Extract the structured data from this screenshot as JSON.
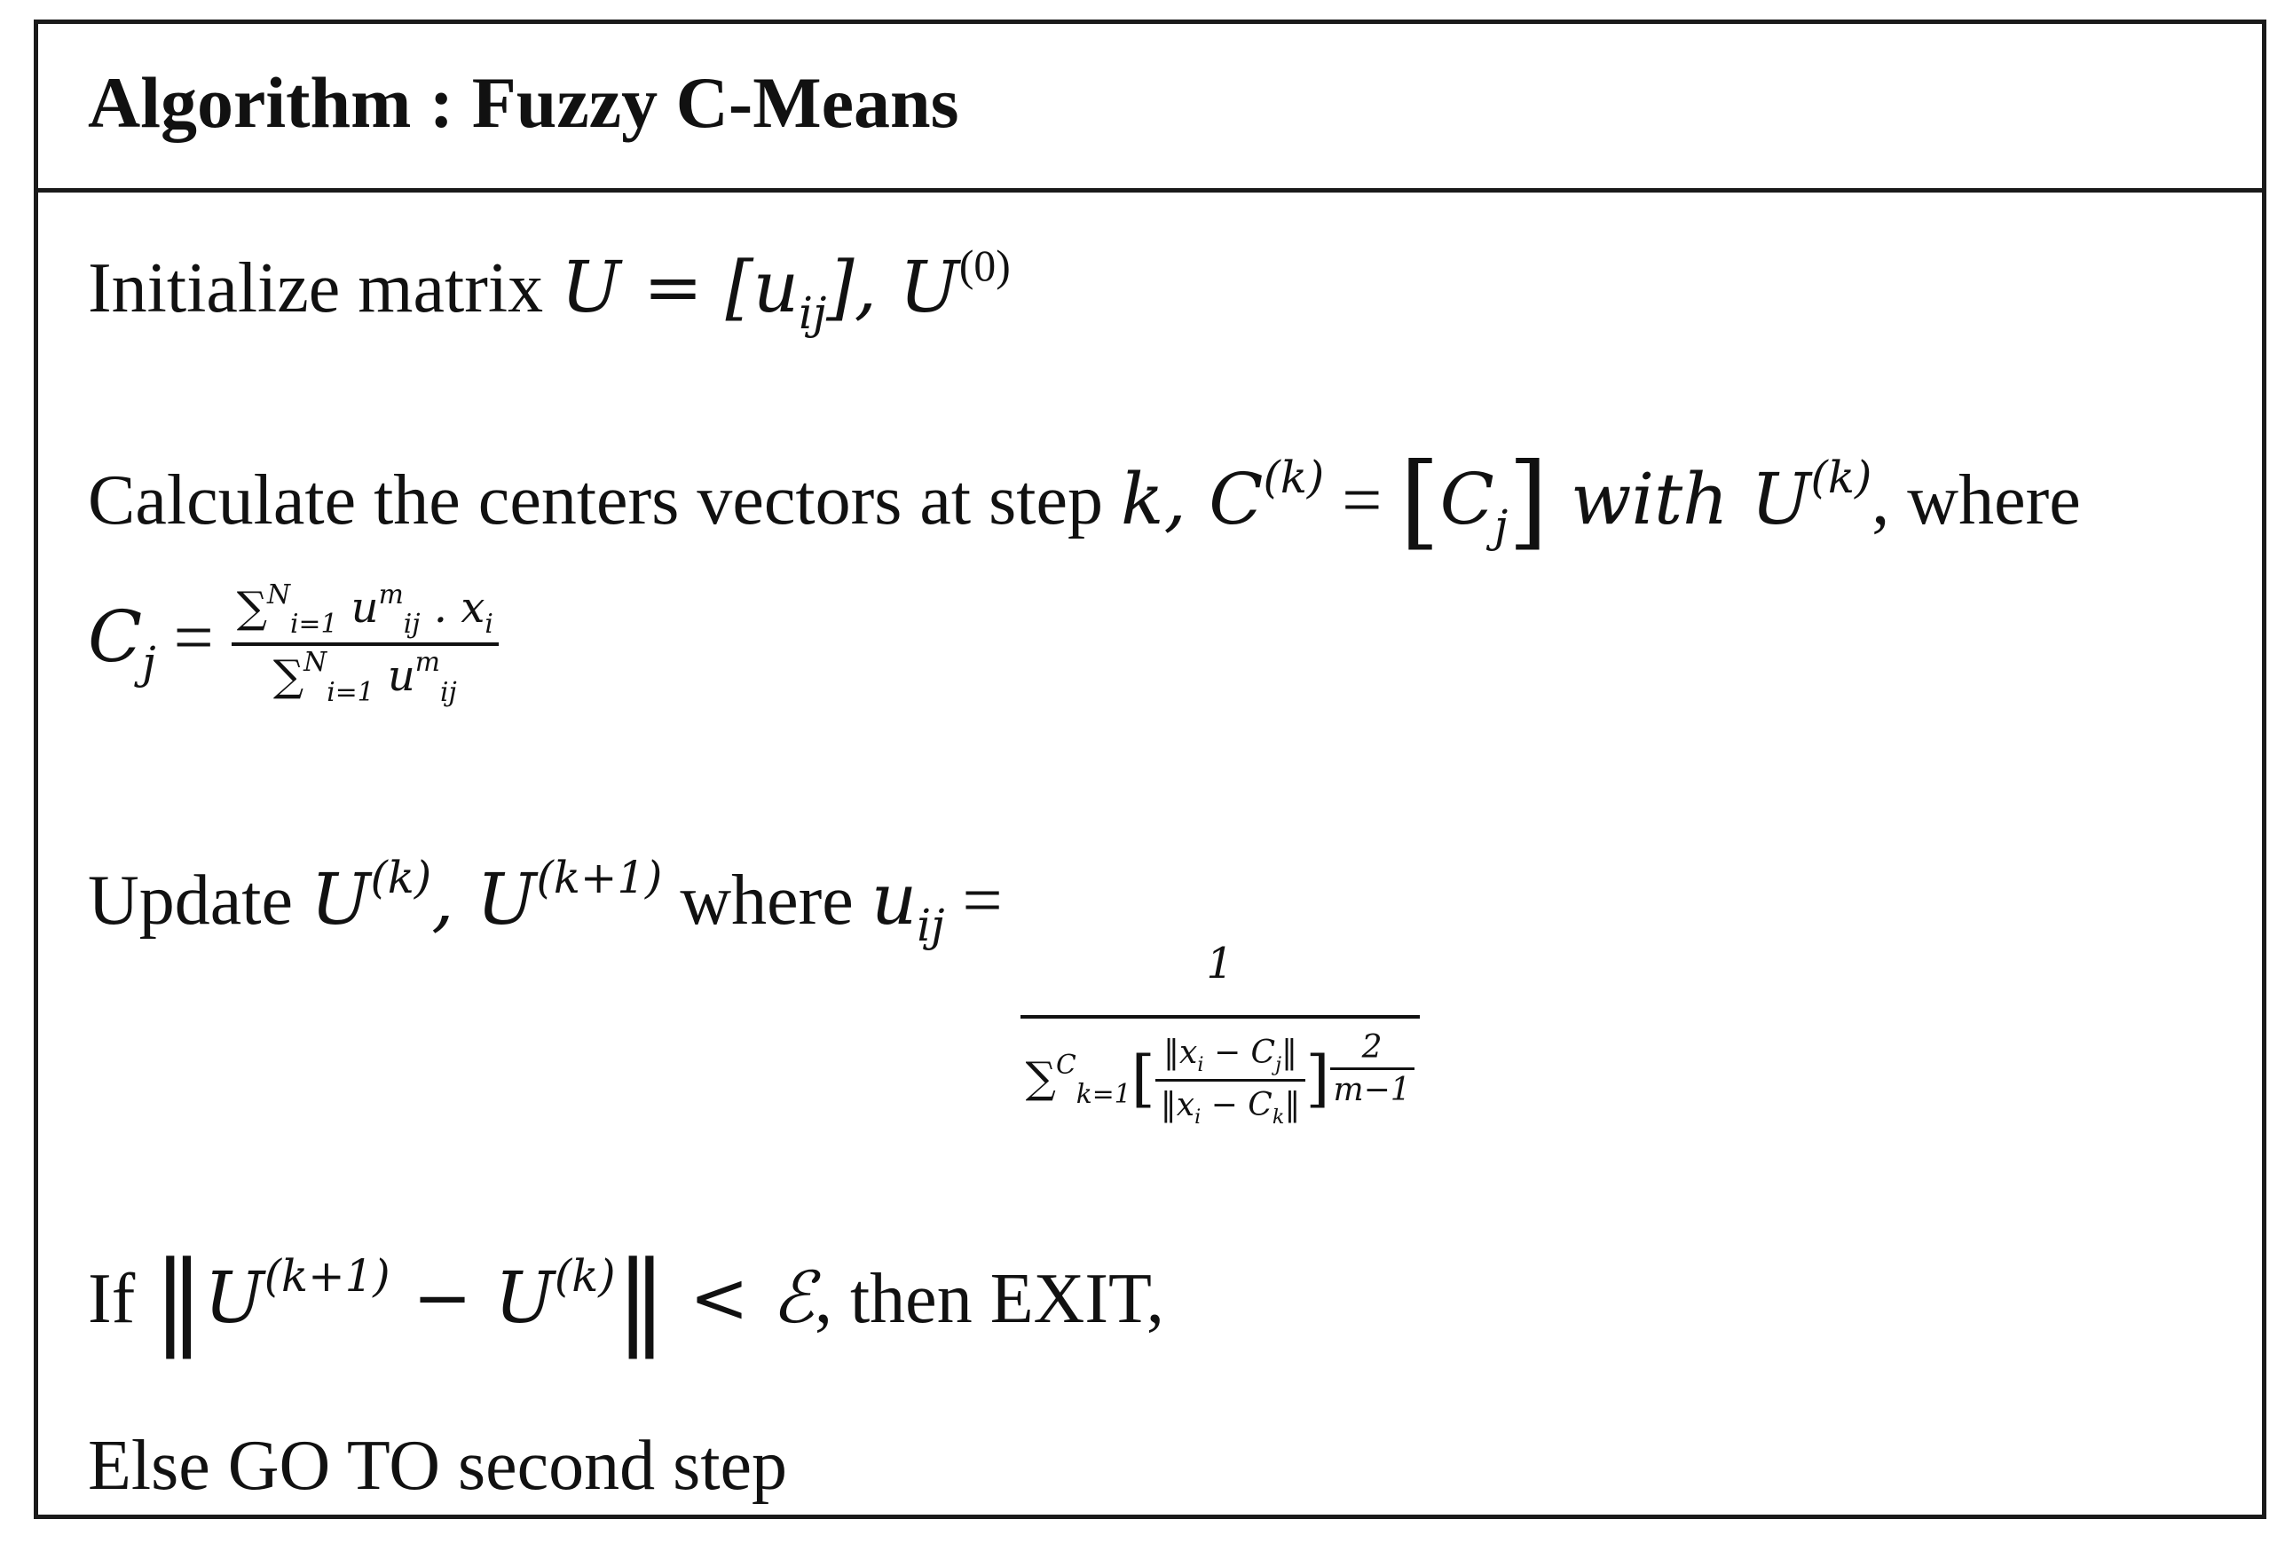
{
  "header": {
    "title": "Algorithm : Fuzzy C-Means"
  },
  "step1": {
    "text": "Initialize matrix",
    "math": "U = [u",
    "sub_ij": "ij",
    "close": "], U",
    "sup0": "(0)"
  },
  "step2": {
    "text": "Calculate the centers vectors at step",
    "k": "k",
    "c": ", C",
    "supk": "(k)",
    "eq": " = ",
    "cj": "C",
    "subj": "j",
    "with": " with U",
    "where": ", where"
  },
  "step3": {
    "lhs": "C",
    "lhs_sub": "j",
    "eq": " = ",
    "num": "∑",
    "num_sup": "N",
    "num_sub": "i=1",
    "num_term": " u",
    "num_term_sup": "m",
    "num_term_sub": "ij",
    "num_x": " . x",
    "num_x_sub": "i",
    "den_term": " u"
  },
  "step4": {
    "text_update": "Update U",
    "sup_k": "(k)",
    "comma": ", U",
    "sup_k1": "(k+1)",
    "text_where": " where u",
    "sub_ij": "ij",
    "eq": " = ",
    "numerator": "1",
    "sum": "∑",
    "sum_sup": "C",
    "sum_sub": "k=1",
    "xi": "x",
    "xi_sub": "i",
    "minus": " − C",
    "cj_sub": "j",
    "ck_sub": "k",
    "exp_num": "2",
    "exp_den": "m−1"
  },
  "step5": {
    "text_if": "If",
    "u": "U",
    "sup_k1": "(k+1)",
    "minus": " − U",
    "sup_k": "(k)",
    "lt": " <  ",
    "eps": "ℰ",
    "rest": ", then EXIT,"
  },
  "step6": {
    "text": "Else GO TO second step"
  }
}
